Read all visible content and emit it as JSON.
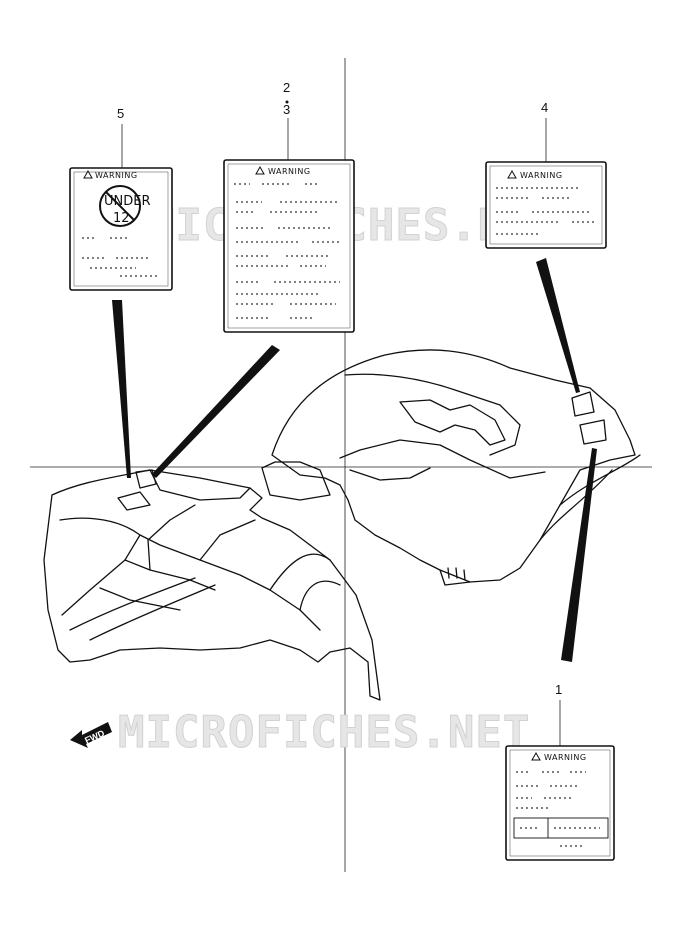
{
  "callouts": {
    "label_1": "1",
    "label_2": "2",
    "label_3": "3",
    "label_4": "4",
    "label_5": "5"
  },
  "decals": {
    "warning_text": "WARNING",
    "under_text": "UNDER",
    "age_text": "12"
  },
  "watermark": {
    "text": "MICROFICHES.NET"
  },
  "fwd_arrow": {
    "label": "FWD"
  },
  "colors": {
    "line": "#111111",
    "watermark": "#e0e0e0",
    "background": "#ffffff"
  }
}
